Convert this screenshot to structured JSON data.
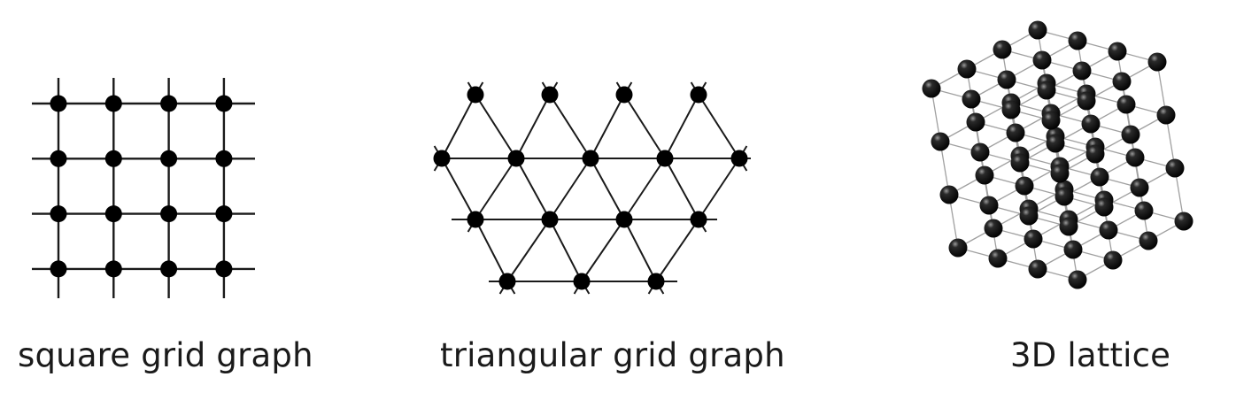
{
  "diagrams": [
    {
      "id": "square",
      "caption": "square grid graph",
      "rows": 4,
      "cols": 4
    },
    {
      "id": "triangular",
      "caption": "triangular grid graph",
      "rows": [
        4,
        5,
        4,
        3
      ]
    },
    {
      "id": "lattice3d",
      "caption": "3D lattice",
      "size": [
        4,
        4,
        4
      ]
    }
  ],
  "colors": {
    "node": "#000000",
    "edge": "#1a1a1a",
    "lattice_edge": "#a0a0a0",
    "text": "#1a1a1a"
  }
}
